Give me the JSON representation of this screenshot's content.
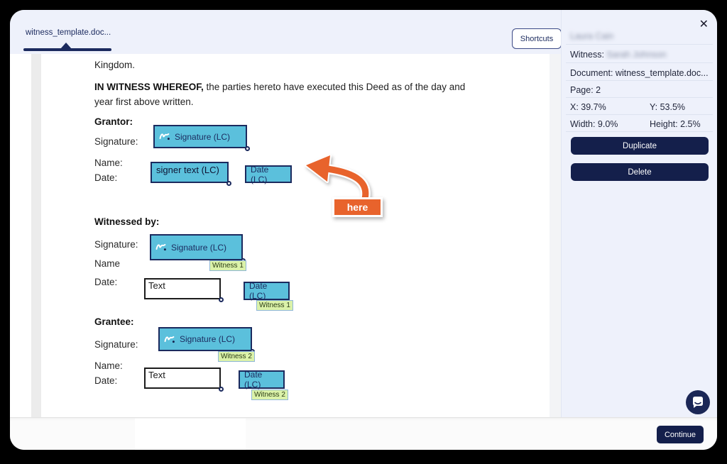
{
  "window": {
    "close_glyph": "✕"
  },
  "tab": {
    "label": "witness_template.doc..."
  },
  "toolbar": {
    "shortcuts_label": "Shortcuts"
  },
  "doc": {
    "top_line": "Kingdom.",
    "para_bold": "IN WITNESS WHEREOF,",
    "para_rest": " the parties hereto have executed this Deed as of the day and year first above written.",
    "grantor": {
      "heading": "Grantor:",
      "signature_label": "Signature:",
      "name_label": "Name:",
      "date_label": "Date:",
      "signature_field": "Signature (LC)",
      "name_field": "signer text (LC)",
      "date_field": "Date (LC)"
    },
    "witnessed": {
      "heading": "Witnessed by:",
      "signature_label": "Signature:",
      "name_label": "Name",
      "date_label": "Date:",
      "signature_field": "Signature (LC)",
      "text_field": "Text",
      "date_field": "Date (LC)",
      "witness_tag": "Witness 1"
    },
    "grantee": {
      "heading": "Grantee:",
      "signature_label": "Signature:",
      "name_label": "Name:",
      "date_label": "Date:",
      "signature_field": "Signature (LC)",
      "text_field": "Text",
      "date_field": "Date (LC)",
      "witness_tag": "Witness 2"
    },
    "annotation": {
      "label": "here"
    }
  },
  "sidebar": {
    "user_name": "Laura Cain",
    "witness_label": "Witness: ",
    "witness_name": "Sarah Johnson",
    "document_line": "Document: witness_template.doc...",
    "page_line": "Page: 2",
    "x_line": "X: 39.7%",
    "y_line": "Y: 53.5%",
    "width_line": "Width: 9.0%",
    "height_line": "Height: 2.5%",
    "duplicate_label": "Duplicate",
    "delete_label": "Delete"
  },
  "footer": {
    "continue_label": "Continue"
  },
  "colors": {
    "accent_navy": "#1b2a5e",
    "button_navy": "#141f4b",
    "field_teal": "#5bc0dc",
    "tag_green": "#dbf2a9",
    "arrow_orange": "#e8632c"
  }
}
